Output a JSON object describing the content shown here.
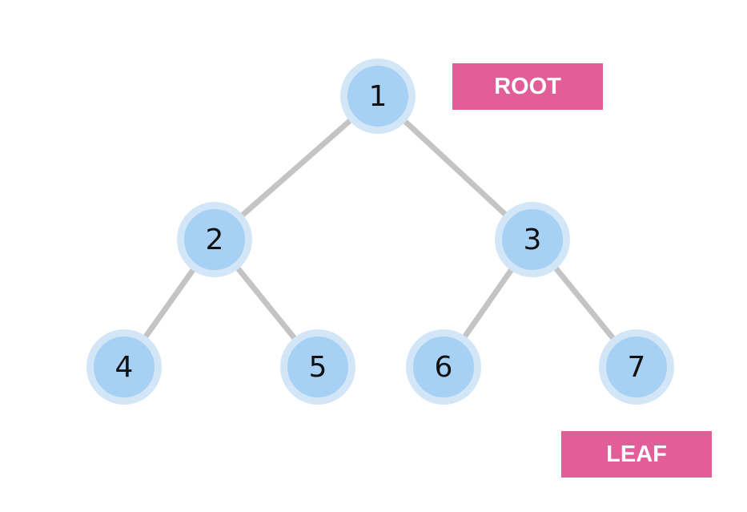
{
  "colors": {
    "node_fill": "#a7d1f4",
    "node_ring": "#d3e6f7",
    "edge": "#c4c4c4",
    "tag_fill": "#e25e99",
    "tag_text": "#ffffff"
  },
  "tree": {
    "nodes": [
      {
        "id": "1",
        "label": "1"
      },
      {
        "id": "2",
        "label": "2"
      },
      {
        "id": "3",
        "label": "3"
      },
      {
        "id": "4",
        "label": "4"
      },
      {
        "id": "5",
        "label": "5"
      },
      {
        "id": "6",
        "label": "6"
      },
      {
        "id": "7",
        "label": "7"
      }
    ],
    "edges": [
      {
        "from": "1",
        "to": "2"
      },
      {
        "from": "1",
        "to": "3"
      },
      {
        "from": "2",
        "to": "4"
      },
      {
        "from": "2",
        "to": "5"
      },
      {
        "from": "3",
        "to": "6"
      },
      {
        "from": "3",
        "to": "7"
      }
    ]
  },
  "tags": {
    "root_label": "ROOT",
    "leaf_label": "LEAF"
  }
}
